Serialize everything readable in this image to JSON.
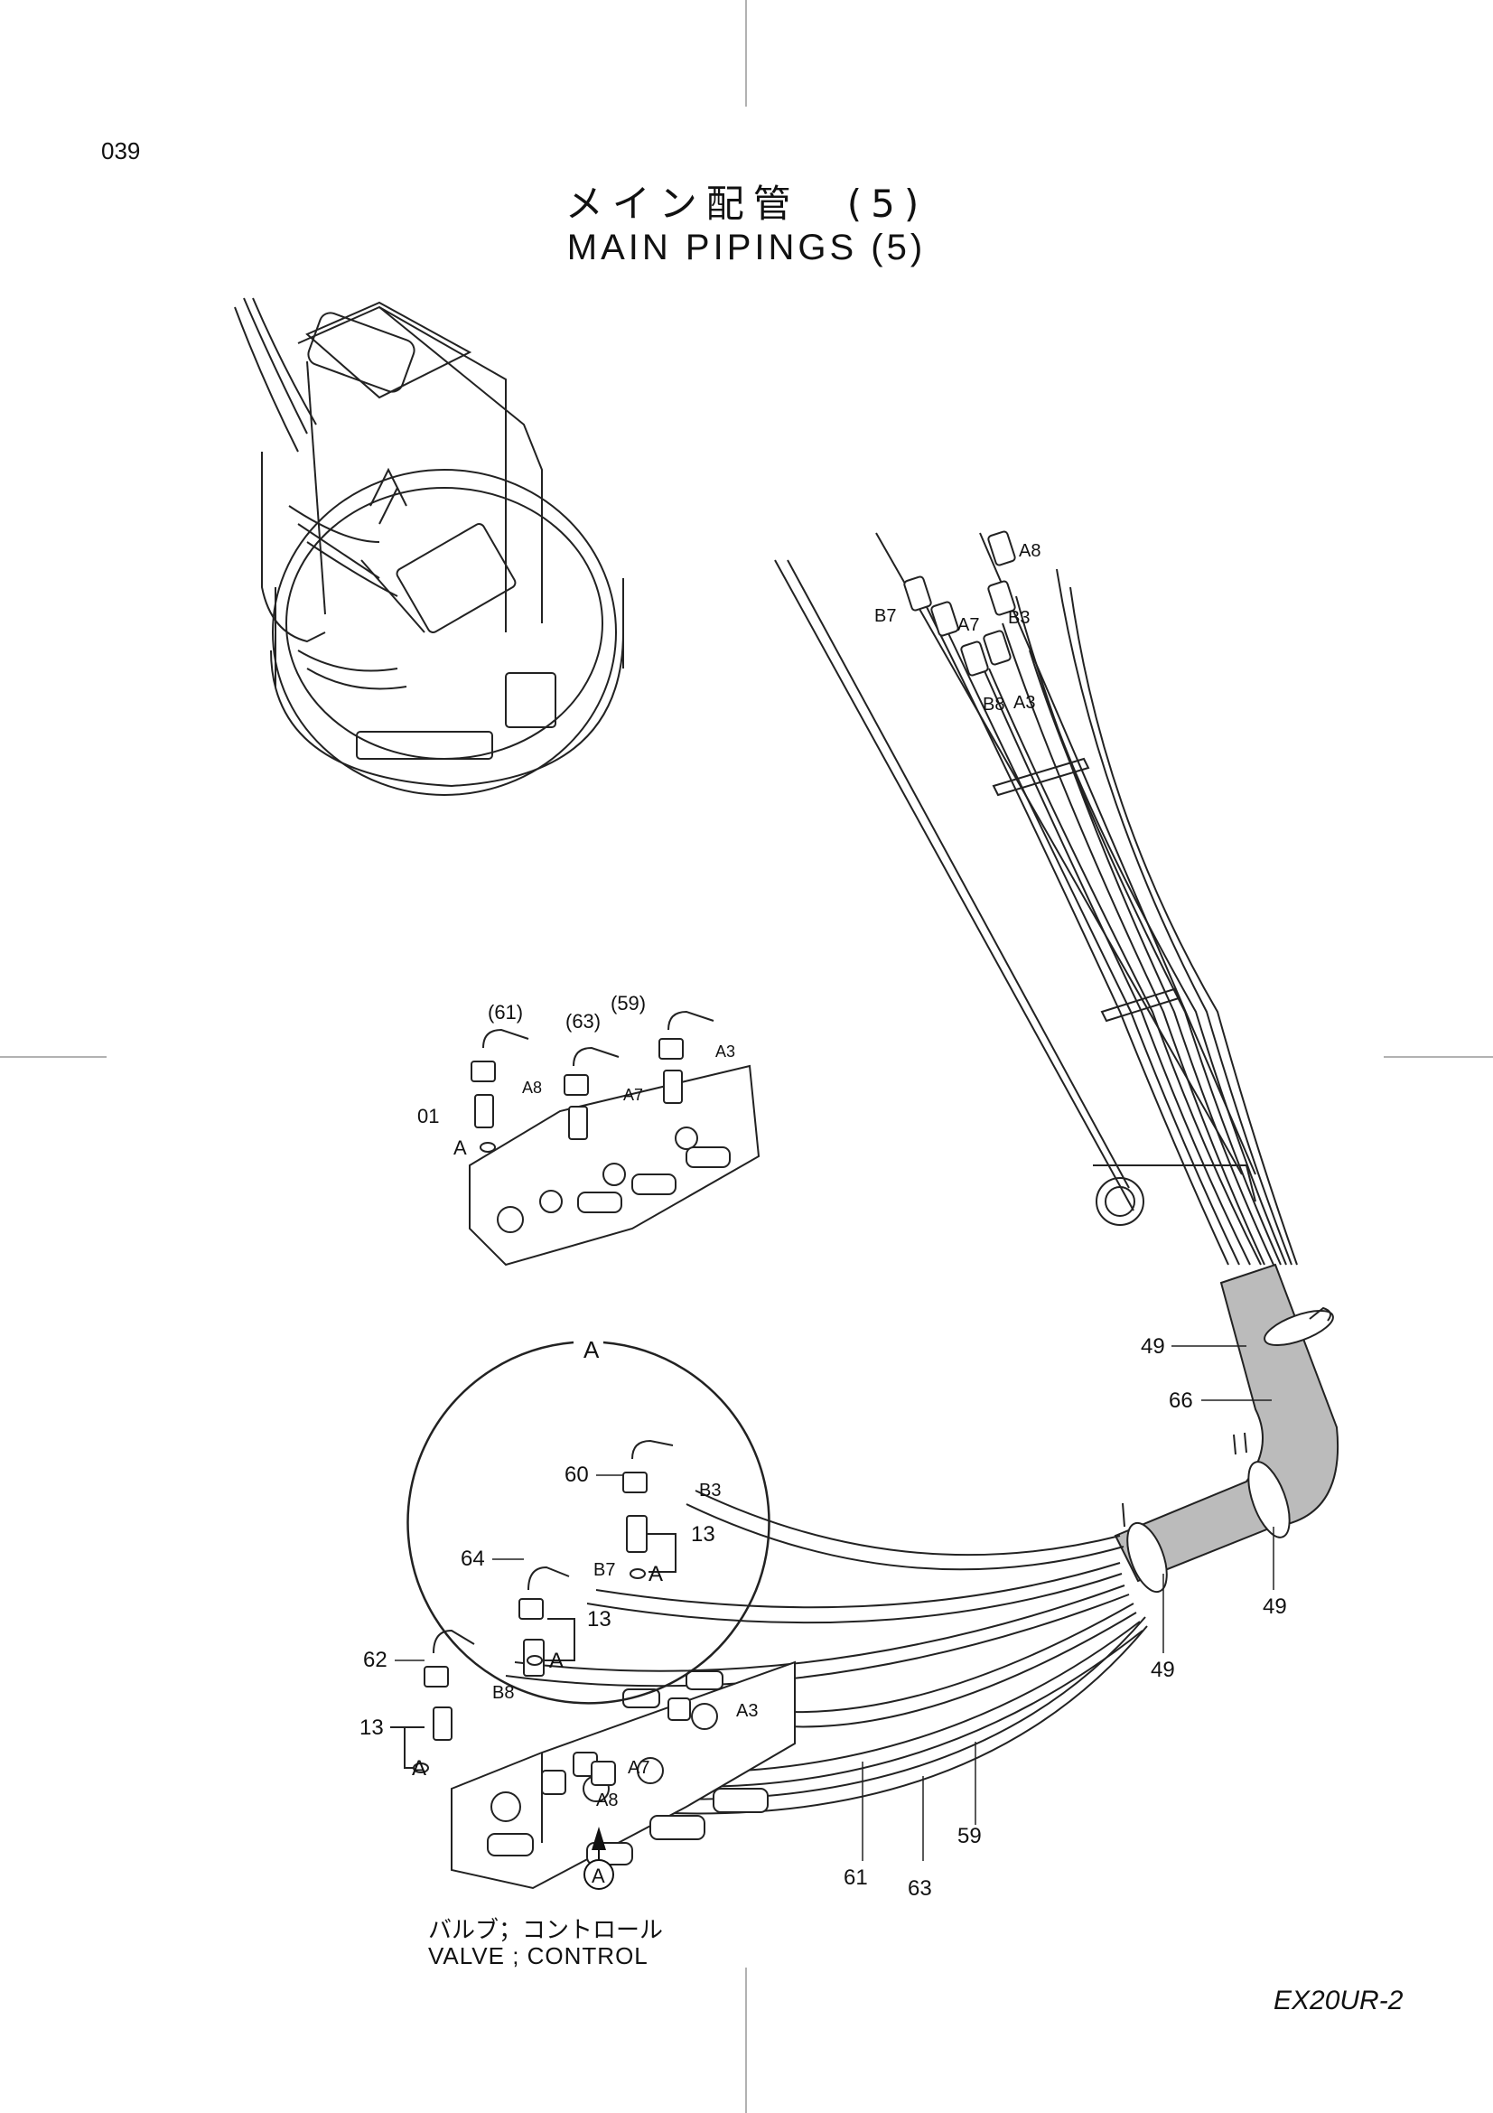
{
  "page_number": "039",
  "title_jp": "メイン配管　(5)",
  "title_en": "MAIN PIPINGS (5)",
  "model": "EX20UR-2",
  "valve_label_jp": "バルブ；コントロール",
  "valve_label_en": "VALVE ; CONTROL",
  "detail_label": "A",
  "detail_view": {
    "refs": [
      "(61)",
      "(63)",
      "(59)",
      "01"
    ],
    "ports": [
      "A8",
      "A7",
      "A3"
    ],
    "view_marker": "A"
  },
  "boom_ports": [
    "A8",
    "B7",
    "A7",
    "B3",
    "B8",
    "A3"
  ],
  "callouts": [
    "49",
    "66",
    "49",
    "49",
    "60",
    "64",
    "62",
    "13",
    "13",
    "13",
    "59",
    "61",
    "63"
  ],
  "port_labels": [
    "B3",
    "B7",
    "B8",
    "A3",
    "A7",
    "A8"
  ],
  "view_labels": [
    "A",
    "A",
    "A",
    "A"
  ],
  "view_arrow": "A"
}
